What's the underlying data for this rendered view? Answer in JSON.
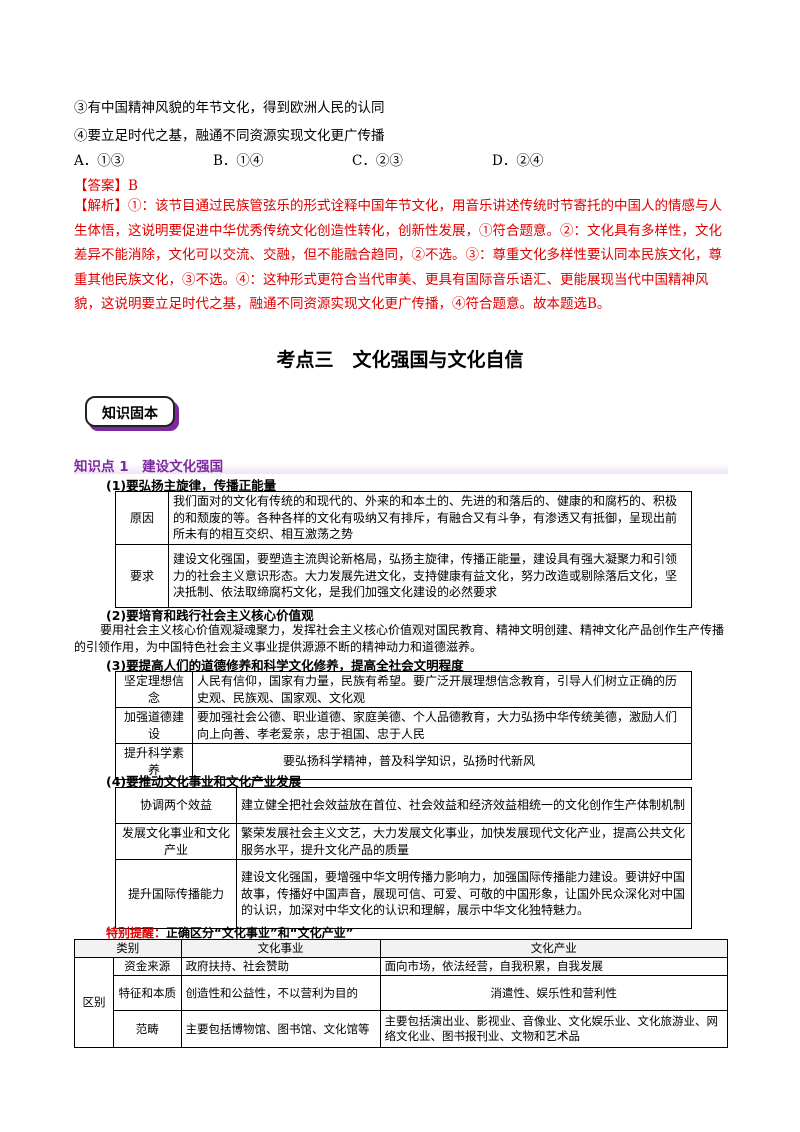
{
  "question": {
    "opt3": "③有中国精神风貌的年节文化，得到欧洲人民的认同",
    "opt4": "④要立足时代之基，融通不同资源实现文化更广传播",
    "choices": [
      "A．①③",
      "B．①④",
      "C．②③",
      "D．②④"
    ]
  },
  "answer": {
    "label": "【答案】",
    "value": "B"
  },
  "analysis": {
    "label": "【解析】",
    "text": "①：该节目通过民族管弦乐的形式诠释中国年节文化，用音乐讲述传统时节寄托的中国人的情感与人生体悟，这说明要促进中华优秀传统文化创造性转化，创新性发展，①符合题意。②：文化具有多样性，文化差异不能消除，文化可以交流、交融，但不能融合趋同，②不选。③：尊重文化多样性要认同本民族文化，尊重其他民族文化，③不选。④：这种形式更符合当代审美、更具有国际音乐语汇、更能展现当代中国精神风貌，这说明要立足时代之基，融通不同资源实现文化更广传播，④符合题意。故本题选B。"
  },
  "section_title": "考点三　文化强国与文化自信",
  "badge_text": "知识固本",
  "knowledge_point": "知识点 1　建设文化强国",
  "sub1": {
    "title": "(1)要弘扬主旋律，传播正能量",
    "rows": [
      {
        "label": "原因",
        "text": "我们面对的文化有传统的和现代的、外来的和本土的、先进的和落后的、健康的和腐朽的、积极的和颓废的等。各种各样的文化有吸纳又有排斥，有融合又有斗争，有渗透又有抵御，呈现出前所未有的相互交织、相互激荡之势"
      },
      {
        "label": "要求",
        "text": "建设文化强国，要塑造主流舆论新格局，弘扬主旋律，传播正能量，建设具有强大凝聚力和引领力的社会主义意识形态。大力发展先进文化，支持健康有益文化，努力改造或剔除落后文化，坚决抵制、依法取缔腐朽文化，是我们加强文化建设的必然要求"
      }
    ]
  },
  "sub2": {
    "title": "(2)要培育和践行社会主义核心价值观",
    "text": "要用社会主义核心价值观凝魂聚力，发挥社会主义核心价值观对国民教育、精神文明创建、精神文化产品创作生产传播的引领作用，为中国特色社会主义事业提供源源不断的精神动力和道德滋养。"
  },
  "sub3": {
    "title": "(3)要提高人们的道德修养和科学文化修养，提高全社会文明程度",
    "rows": [
      {
        "label": "坚定理想信念",
        "text": "人民有信仰，国家有力量，民族有希望。要广泛开展理想信念教育，引导人们树立正确的历史观、民族观、国家观、文化观"
      },
      {
        "label": "加强道德建设",
        "text": "要加强社会公德、职业道德、家庭美德、个人品德教育，大力弘扬中华传统美德，激励人们向上向善、孝老爱亲，忠于祖国、忠于人民"
      },
      {
        "label": "提升科学素养",
        "text": "要弘扬科学精神，普及科学知识，弘扬时代新风"
      }
    ]
  },
  "sub4": {
    "title": "(4)要推动文化事业和文化产业发展",
    "rows": [
      {
        "label": "协调两个效益",
        "text": "建立健全把社会效益放在首位、社会效益和经济效益相统一的文化创作生产体制机制"
      },
      {
        "label": "发展文化事业和文化产业",
        "text": "繁荣发展社会主义文艺，大力发展文化事业，加快发展现代文化产业，提高公共文化服务水平，提升文化产品的质量"
      },
      {
        "label": "提升国际传播能力",
        "text": "建设文化强国，要增强中华文明传播力影响力，加强国际传播能力建设。要讲好中国故事，传播好中国声音，展现可信、可爱、可敬的中国形象，让国外民众深化对中国的认识，加深对中华文化的认识和理解，展示中华文化独特魅力。"
      }
    ]
  },
  "tip": {
    "label": "特别提醒：",
    "text": "正确区分“文化事业”和“文化产业”"
  },
  "compare_table": {
    "headers": [
      "类别",
      "文化事业",
      "文化产业"
    ],
    "group_label": "区别",
    "rows": [
      {
        "label": "资金来源",
        "a": "政府扶持、社会赞助",
        "b": "面向市场，依法经营，自我积累，自我发展"
      },
      {
        "label": "特征和本质",
        "a": "创造性和公益性，不以营利为目的",
        "b": "消遣性、娱乐性和营利性"
      },
      {
        "label": "范畴",
        "a": "主要包括博物馆、图书馆、文化馆等",
        "b": "主要包括演出业、影视业、音像业、文化娱乐业、文化旅游业、网络文化业、图书报刊业、文物和艺术品"
      }
    ]
  }
}
